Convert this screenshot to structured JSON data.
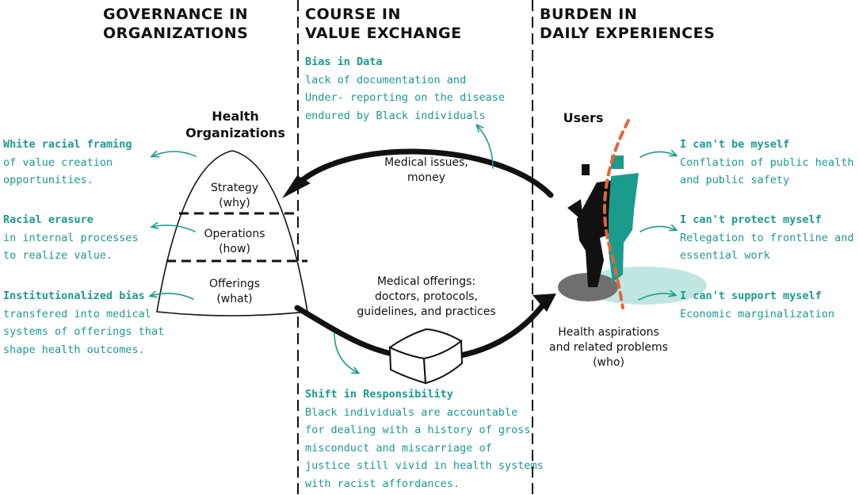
{
  "columns": [
    {
      "line1": "GOVERNANCE IN",
      "line2": "ORGANIZATIONS"
    },
    {
      "line1": "COURSE IN",
      "line2": "VALUE EXCHANGE"
    },
    {
      "line1": "BURDEN IN",
      "line2": "DAILY EXPERIENCES"
    }
  ],
  "organizations": {
    "title_line1": "Health",
    "title_line2": "Organizations",
    "layers": [
      {
        "name": "Strategy",
        "sub": "(why)"
      },
      {
        "name": "Operations",
        "sub": "(how)"
      },
      {
        "name": "Offerings",
        "sub": "(what)"
      }
    ]
  },
  "users": {
    "title": "Users",
    "caption_line1": "Health aspirations",
    "caption_line2": "and related problems",
    "caption_line3": "(who)"
  },
  "flows": {
    "top_line1": "Medical issues,",
    "top_line2": "money",
    "bottom_line1": "Medical offerings:",
    "bottom_line2": "doctors, protocols,",
    "bottom_line3": "guidelines, and practices"
  },
  "annotations": {
    "left": [
      {
        "title": "White racial framing",
        "lines": [
          "of value creation",
          "opportunities."
        ]
      },
      {
        "title": "Racial erasure",
        "lines": [
          "in internal processes",
          "to realize value."
        ]
      },
      {
        "title": "Institutionalized bias",
        "lines": [
          "transfered into medical",
          "systems of offerings that",
          "shape health outcomes."
        ]
      }
    ],
    "right": [
      {
        "title": "I can't be myself",
        "lines": [
          "Conflation of public health",
          "and public safety"
        ]
      },
      {
        "title": "I can't protect myself",
        "lines": [
          "Relegation to frontline and",
          "essential work"
        ]
      },
      {
        "title": "I can't support myself",
        "lines": [
          "Economic marginalization"
        ]
      }
    ],
    "bias_in_data": {
      "title": "Bias in Data",
      "lines": [
        "lack of documentation and",
        "Under- reporting on the disease",
        "endured by Black individuals"
      ]
    },
    "shift": {
      "title": "Shift in Responsibility",
      "lines": [
        "Black individuals are accountable",
        "for dealing with a history of gross",
        "misconduct and miscarriage of",
        "justice still vivid in health systems",
        "with racist affordances."
      ]
    }
  },
  "colors": {
    "teal": "#1a9b8c",
    "orange_dash": "#e8623a",
    "light_teal": "#bfe6e1",
    "gray_shadow": "#6f6f6f",
    "ink": "#111111"
  }
}
